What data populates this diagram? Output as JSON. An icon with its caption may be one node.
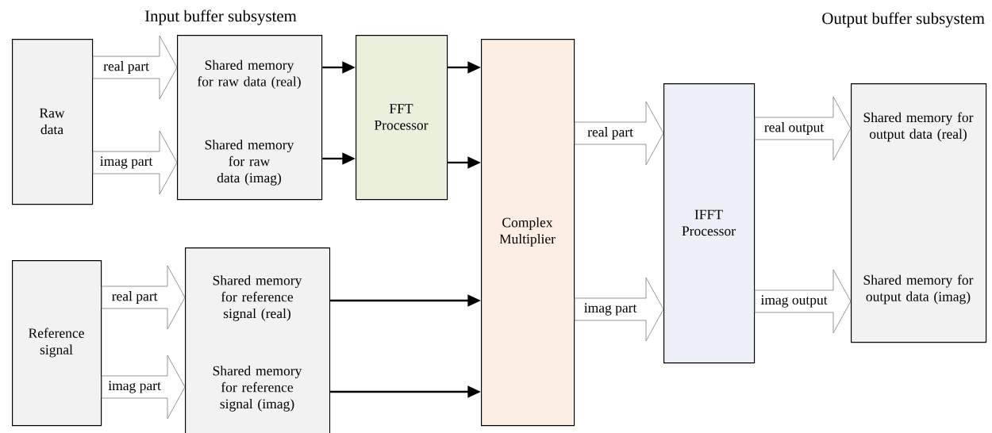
{
  "diagram": {
    "nodes": [
      {
        "text": [
          "Raw data"
        ]
      },
      {
        "text": [
          "Input buffer subsystem",
          "Shared memory for raw data (real)",
          "Shared memory for raw data (imag)"
        ]
      },
      {
        "text": [
          "FFT Processor"
        ]
      },
      {
        "text": [
          "Reference signal"
        ]
      },
      {
        "text": [
          "Shared memory for reference signal (real)",
          "Shared memory for reference signal (imag)"
        ]
      },
      {
        "text": [
          "Complex Multiplier"
        ]
      },
      {
        "text": [
          "IFFT Processor"
        ]
      },
      {
        "text": [
          "Output buffer subsystem",
          "Shared memory for output data (real)",
          "Shared memory for output data (imag)"
        ]
      }
    ],
    "edges": [
      {
        "from": 0,
        "to": 1,
        "arrow": "to",
        "label": "real part",
        "style": "thick"
      },
      {
        "from": 0,
        "to": 1,
        "arrow": "to",
        "label": "imag part",
        "style": "thick"
      },
      {
        "from": 1,
        "to": 2,
        "arrow": "to"
      },
      {
        "from": 1,
        "to": 2,
        "arrow": "to"
      },
      {
        "from": 2,
        "to": 5,
        "arrow": "to"
      },
      {
        "from": 2,
        "to": 5,
        "arrow": "to"
      },
      {
        "from": 3,
        "to": 4,
        "arrow": "to",
        "label": "real part",
        "style": "thick"
      },
      {
        "from": 3,
        "to": 4,
        "arrow": "to",
        "label": "imag part",
        "style": "thick"
      },
      {
        "from": 4,
        "to": 5,
        "arrow": "to"
      },
      {
        "from": 4,
        "to": 5,
        "arrow": "to"
      },
      {
        "from": 5,
        "to": 6,
        "arrow": "to",
        "label": "real part",
        "style": "thick"
      },
      {
        "from": 5,
        "to": 6,
        "arrow": "to",
        "label": "imag part",
        "style": "thick"
      },
      {
        "from": 6,
        "to": 7,
        "arrow": "to",
        "label": "real output",
        "style": "thick"
      },
      {
        "from": 6,
        "to": 7,
        "arrow": "to",
        "label": "imag output",
        "style": "thick"
      }
    ]
  }
}
